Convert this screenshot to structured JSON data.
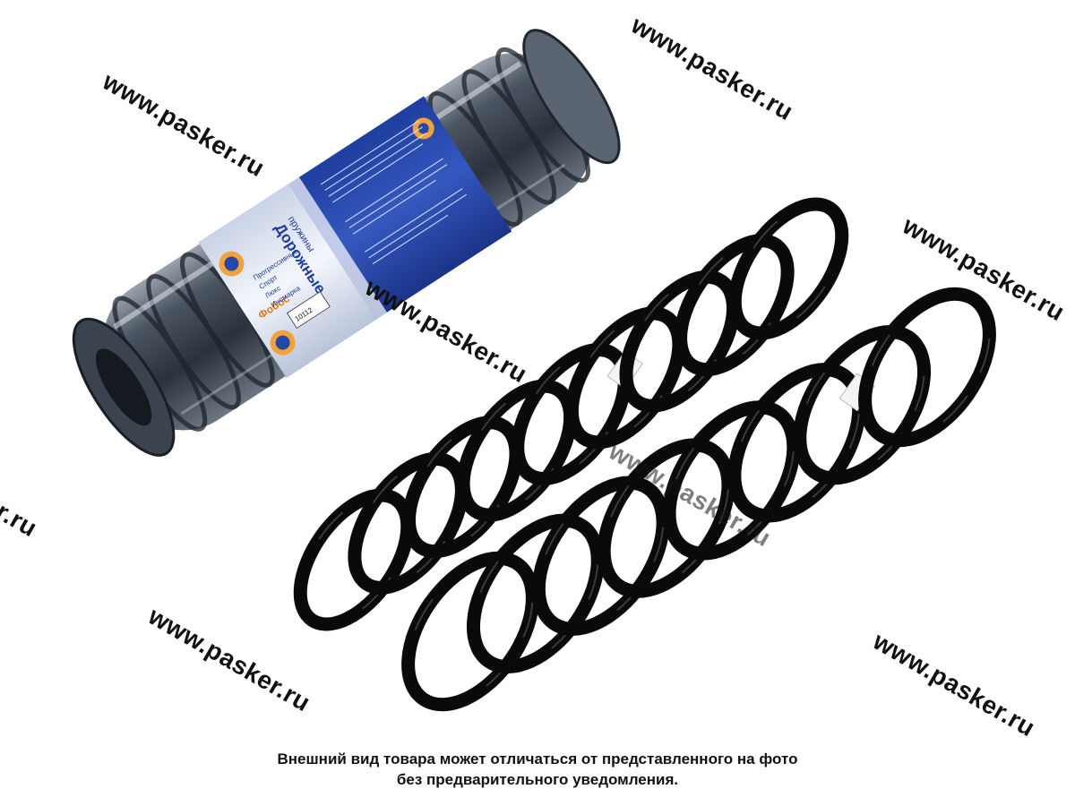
{
  "watermark": {
    "text": "www.pasker.ru",
    "fragment": "r.ru"
  },
  "caption": {
    "line1": "Внешний вид товара может отличаться от представленного на фото",
    "line2": "без предварительного уведомления."
  },
  "package_label": {
    "title": "Дорожные",
    "subtitle": "пружины",
    "brand": "Фобос",
    "series": [
      "Прогрессивные",
      "Спорт",
      "Люкс",
      "Иномарка"
    ],
    "part_number": "10112"
  },
  "colors": {
    "spring": "#0a0a0a",
    "label_blue": "#2747a8",
    "label_white": "#eef2f8",
    "film": "#3b4450"
  }
}
